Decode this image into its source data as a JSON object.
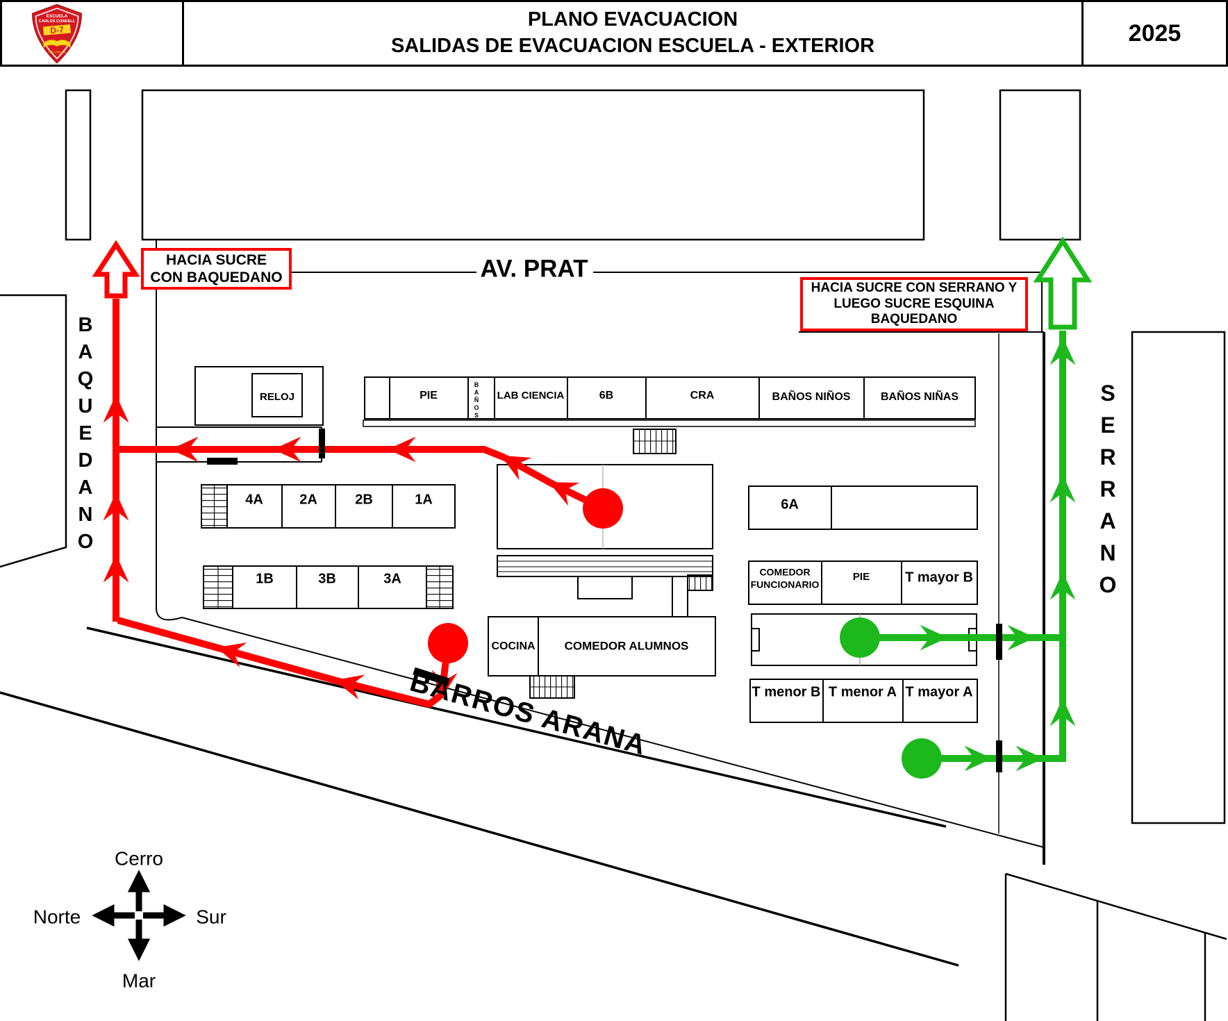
{
  "header": {
    "title_line1": "PLANO EVACUACION",
    "title_line2": "SALIDAS DE EVACUACION ESCUELA - EXTERIOR",
    "year": "2025",
    "logo": {
      "school_line1": "ESCUELA",
      "school_line2": "CARLOS CONDELL",
      "code": "D-7",
      "motto": "TOCOPILLA"
    }
  },
  "streets": {
    "north": "AV. PRAT",
    "west": "BAQUEDANO",
    "east": "SERRANO",
    "south": "BARROS ARANA"
  },
  "exits": {
    "red_line1": "HACIA SUCRE",
    "red_line2": "CON BAQUEDANO",
    "green_line1": "HACIA SUCRE CON SERRANO Y",
    "green_line2": "LUEGO SUCRE ESQUINA",
    "green_line3": "BAQUEDANO"
  },
  "rooms": {
    "reloj": "RELOJ",
    "pie_top": "PIE",
    "banos": "BAÑOS",
    "lab_ciencia": "LAB CIENCIA",
    "r6b": "6B",
    "cra": "CRA",
    "banos_ninos": "BAÑOS NIÑOS",
    "banos_ninas": "BAÑOS NIÑAS",
    "r4a": "4A",
    "r2a": "2A",
    "r2b": "2B",
    "r1a": "1A",
    "r6a": "6A",
    "r1b": "1B",
    "r3b": "3B",
    "r3a": "3A",
    "comedor_funcionario_l1": "COMEDOR",
    "comedor_funcionario_l2": "FUNCIONARIO",
    "pie_right": "PIE",
    "t_mayor_b": "T mayor B",
    "cocina": "COCINA",
    "comedor_alumnos": "COMEDOR ALUMNOS",
    "t_menor_b": "T menor B",
    "t_menor_a": "T menor A",
    "t_mayor_a": "T mayor A"
  },
  "compass": {
    "up": "Cerro",
    "down": "Mar",
    "left": "Norte",
    "right": "Sur"
  },
  "colors": {
    "route_red": "#FF0000",
    "route_green": "#1CB81C",
    "gate_black": "#000000",
    "exit_border": "#FF0000"
  }
}
